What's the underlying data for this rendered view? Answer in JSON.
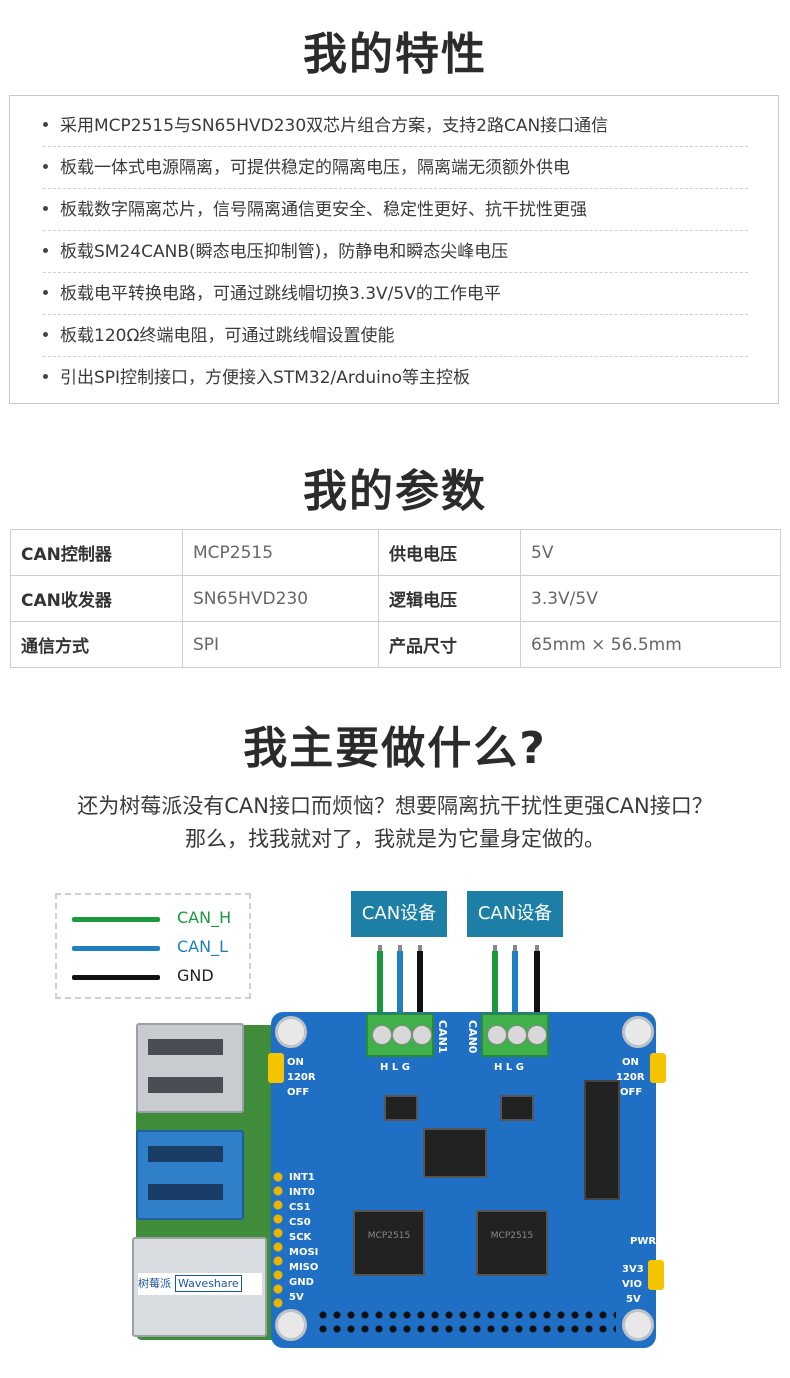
{
  "sections": {
    "features_title": "我的特性",
    "params_title": "我的参数",
    "what_title": "我主要做什么?"
  },
  "features": [
    "采用MCP2515与SN65HVD230双芯片组合方案，支持2路CAN接口通信",
    "板载一体式电源隔离，可提供稳定的隔离电压，隔离端无须额外供电",
    "板载数字隔离芯片，信号隔离通信更安全、稳定性更好、抗干扰性更强",
    "板载SM24CANB(瞬态电压抑制管)，防静电和瞬态尖峰电压",
    "板载电平转换电路，可通过跳线帽切换3.3V/5V的工作电平",
    "板载120Ω终端电阻，可通过跳线帽设置使能",
    "引出SPI控制接口，方便接入STM32/Arduino等主控板"
  ],
  "params": [
    {
      "k1": "CAN控制器",
      "v1": "MCP2515",
      "k2": "供电电压",
      "v2": "5V"
    },
    {
      "k1": "CAN收发器",
      "v1": "SN65HVD230",
      "k2": "逻辑电压",
      "v2": "3.3V/5V"
    },
    {
      "k1": "通信方式",
      "v1": "SPI",
      "k2": "产品尺寸",
      "v2": "65mm × 56.5mm"
    }
  ],
  "intro": {
    "line1": "还为树莓派没有CAN接口而烦恼？想要隔离抗干扰性更强CAN接口？",
    "line2": "那么，找我就对了，我就是为它量身定做的。"
  },
  "legend": {
    "items": [
      {
        "label": "CAN_H",
        "color": "#1a9a3c"
      },
      {
        "label": "CAN_L",
        "color": "#1f7fc2"
      },
      {
        "label": "GND",
        "color": "#111111"
      }
    ]
  },
  "devices": {
    "left": "CAN设备",
    "right": "CAN设备"
  },
  "board": {
    "can1": "CAN1",
    "can0": "CAN0",
    "hlg": "H  L  G",
    "left_jumper": [
      "ON",
      "120R",
      "OFF"
    ],
    "right_jumper": [
      "ON",
      "120R",
      "OFF"
    ],
    "pins": [
      "INT1",
      "INT0",
      "CS1",
      "CS0",
      "SCK",
      "MOSI",
      "MISO",
      "GND",
      "5V"
    ],
    "pwr": "PWR",
    "vio": [
      "3V3",
      "VIO",
      "5V"
    ],
    "chip_text": "MCP2515",
    "eth_brand_cn": "树莓派",
    "eth_brand": "Waveshare"
  }
}
